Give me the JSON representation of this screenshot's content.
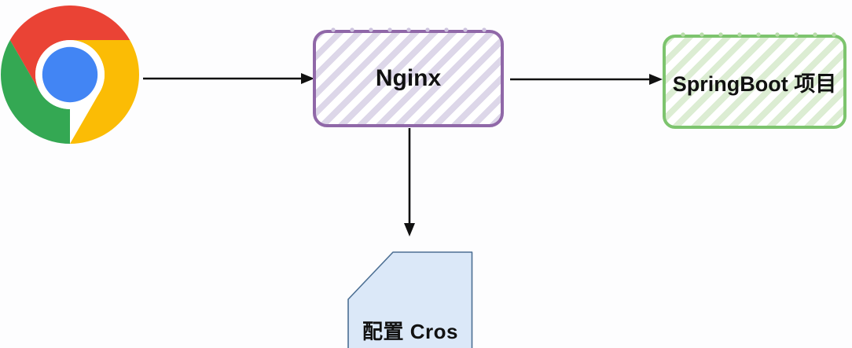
{
  "diagram": {
    "title": "",
    "nodes": [
      {
        "id": "browser",
        "kind": "icon",
        "icon": "chrome-browser",
        "label": ""
      },
      {
        "id": "nginx",
        "kind": "hatched-box",
        "label": "Nginx",
        "border_color": "#9068a8",
        "stripe_color": "#ddd7e9"
      },
      {
        "id": "springboot",
        "kind": "hatched-box",
        "label": "SpringBoot 项目",
        "border_color": "#7dc46e",
        "stripe_color": "#dcedd3"
      },
      {
        "id": "cros",
        "kind": "document-card",
        "label": "配置 Cros",
        "fill_color": "#dbe8f8",
        "border_color": "#4c6f93"
      }
    ],
    "edges": [
      {
        "from": "browser",
        "to": "nginx",
        "style": "arrow"
      },
      {
        "from": "nginx",
        "to": "springboot",
        "style": "arrow"
      },
      {
        "from": "nginx",
        "to": "cros",
        "style": "arrow"
      }
    ],
    "colors": {
      "arrow": "#111111",
      "background": "#fdfdfe",
      "chrome_red": "#EA4335",
      "chrome_yellow": "#FBBC05",
      "chrome_green": "#34A853",
      "chrome_blue": "#4285F4"
    }
  }
}
